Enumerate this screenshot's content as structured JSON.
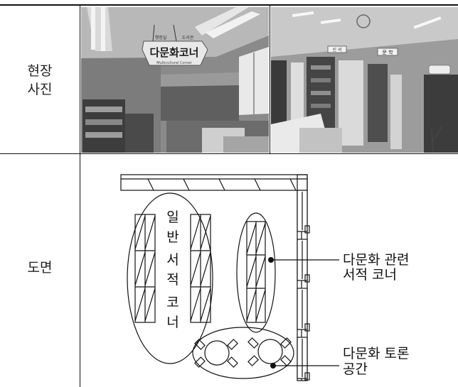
{
  "rows": [
    {
      "label_line1": "현장",
      "label_line2": "사진"
    },
    {
      "label": "도면"
    }
  ],
  "photo1": {
    "sign_main": "다문화코너",
    "sign_sub": "Multicultural Corner",
    "sign_small": [
      "행정실",
      "도서관"
    ]
  },
  "photo2": {
    "sign_left": "신 서",
    "sign_right": "문 학"
  },
  "floorplan": {
    "general_corner": [
      "일",
      "반",
      "서",
      "적",
      "코",
      "너"
    ],
    "callout1": [
      "다문화 관련",
      "서적 코너"
    ],
    "callout2": [
      "다문화 토론",
      "공간"
    ]
  }
}
